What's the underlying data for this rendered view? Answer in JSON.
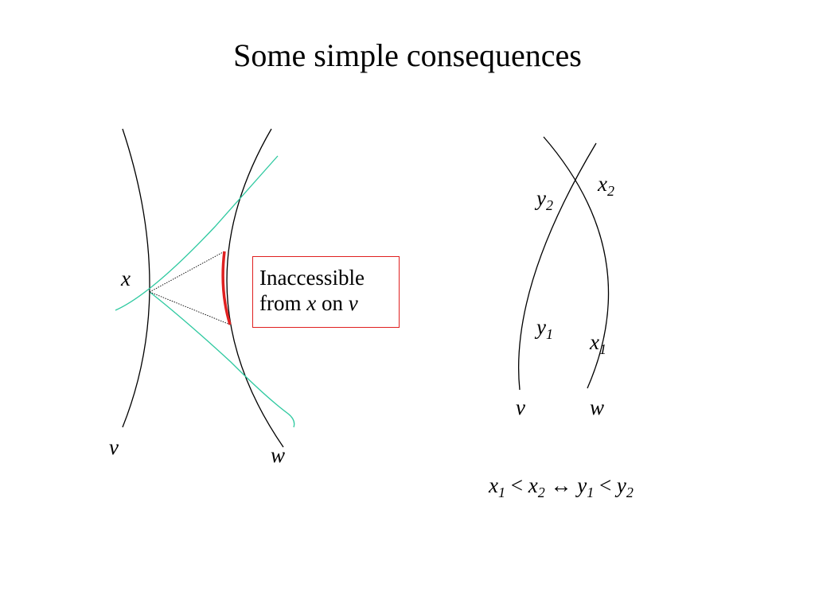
{
  "title": "Some simple consequences",
  "left_diagram": {
    "label_x": "x",
    "label_v": "v",
    "label_w": "w",
    "box": {
      "line1": "Inaccessible",
      "line2_prefix": "from ",
      "line2_x": "x",
      "line2_mid": " on ",
      "line2_v": "v"
    }
  },
  "right_diagram": {
    "x2": {
      "base": "x",
      "sub": "2"
    },
    "y2": {
      "base": "y",
      "sub": "2"
    },
    "y1": {
      "base": "y",
      "sub": "1"
    },
    "x1": {
      "base": "x",
      "sub": "1"
    },
    "label_v": "v",
    "label_w": "w"
  },
  "formula": {
    "a": "x",
    "a_sub": "1",
    "op1": " < ",
    "b": "x",
    "b_sub": "2",
    "iff": " ↔ ",
    "c": "y",
    "c_sub": "1",
    "op2": " < ",
    "d": "y",
    "d_sub": "2"
  },
  "colors": {
    "curve": "#000000",
    "tangent": "#2ec9a0",
    "highlight": "#e02020"
  }
}
